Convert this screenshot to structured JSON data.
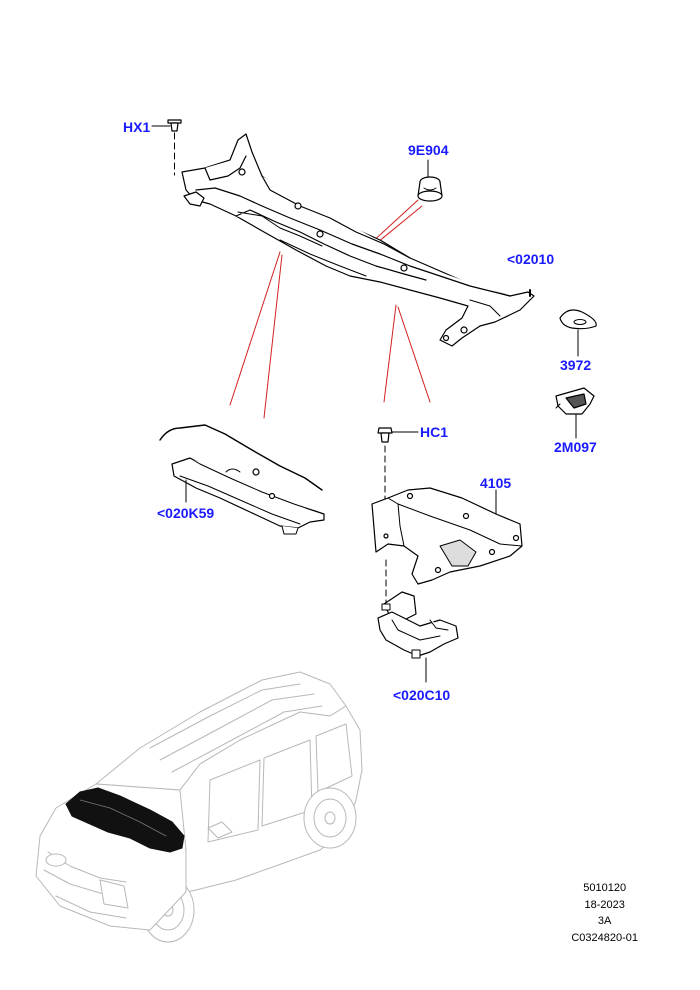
{
  "colors": {
    "callout_text": "#1a1aff",
    "leader_red": "#d21f1f",
    "line_art": "#000000",
    "ghost_car": "#b8b8b8",
    "part_fill": "#ffffff",
    "cowl_panel": "#111111"
  },
  "callouts": {
    "hx1": "HX1",
    "p9e904": "9E904",
    "p02010": "<02010",
    "p3972": "3972",
    "p2m097": "2M097",
    "hc1": "HC1",
    "p4105": "4105",
    "p020k59": "<020K59",
    "p020c10": "<020C10"
  },
  "footer": {
    "line1": "5010120",
    "line2": "18-2023",
    "line3": "3A",
    "line4": "C0324820-01"
  }
}
